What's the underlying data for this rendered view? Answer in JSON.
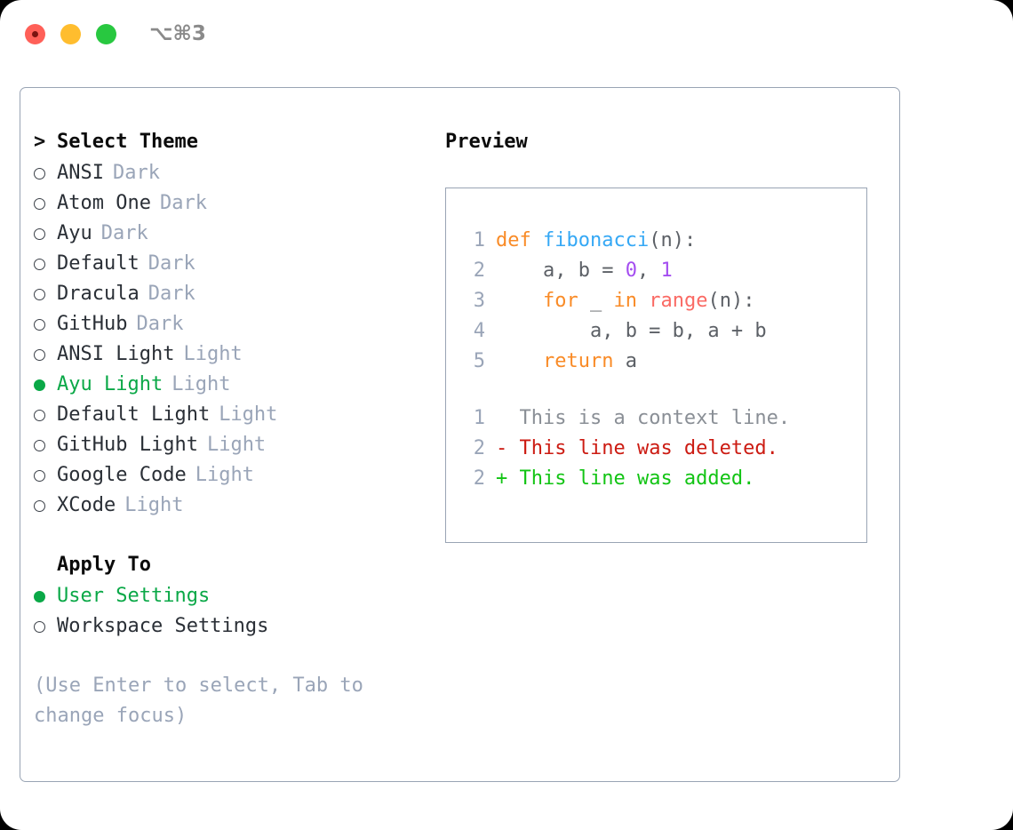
{
  "titlebar": {
    "shortcut_label": "⌥⌘3",
    "buttons": [
      {
        "name": "close",
        "color": "#ff6058"
      },
      {
        "name": "minimize",
        "color": "#ffbd2e"
      },
      {
        "name": "maximize",
        "color": "#28c840"
      }
    ]
  },
  "theme_picker": {
    "header_prompt": ">",
    "header_label": "Select Theme",
    "items": [
      {
        "marker": "○",
        "label": "ANSI",
        "badge": "Dark",
        "selected": false
      },
      {
        "marker": "○",
        "label": "Atom One",
        "badge": "Dark",
        "selected": false
      },
      {
        "marker": "○",
        "label": "Ayu",
        "badge": "Dark",
        "selected": false
      },
      {
        "marker": "○",
        "label": "Default",
        "badge": "Dark",
        "selected": false
      },
      {
        "marker": "○",
        "label": "Dracula",
        "badge": "Dark",
        "selected": false
      },
      {
        "marker": "○",
        "label": "GitHub",
        "badge": "Dark",
        "selected": false
      },
      {
        "marker": "○",
        "label": "ANSI Light",
        "badge": "Light",
        "selected": false
      },
      {
        "marker": "●",
        "label": "Ayu Light",
        "badge": "Light",
        "selected": true
      },
      {
        "marker": "○",
        "label": "Default Light",
        "badge": "Light",
        "selected": false
      },
      {
        "marker": "○",
        "label": "GitHub Light",
        "badge": "Light",
        "selected": false
      },
      {
        "marker": "○",
        "label": "Google Code",
        "badge": "Light",
        "selected": false
      },
      {
        "marker": "○",
        "label": "XCode",
        "badge": "Light",
        "selected": false
      }
    ]
  },
  "apply_to": {
    "title": "Apply To",
    "items": [
      {
        "marker": "●",
        "label": "User Settings",
        "selected": true
      },
      {
        "marker": "○",
        "label": "Workspace Settings",
        "selected": false
      }
    ]
  },
  "hint": "(Use Enter to select, Tab to change focus)",
  "preview": {
    "title": "Preview",
    "code_lines": [
      {
        "num": "1",
        "tokens": [
          {
            "t": "def ",
            "c": "kw"
          },
          {
            "t": "fibonacci",
            "c": "fn"
          },
          {
            "t": "(n):",
            "c": "plain"
          }
        ]
      },
      {
        "num": "2",
        "tokens": [
          {
            "t": "    a, b = ",
            "c": "plain"
          },
          {
            "t": "0",
            "c": "num"
          },
          {
            "t": ", ",
            "c": "plain"
          },
          {
            "t": "1",
            "c": "num"
          }
        ]
      },
      {
        "num": "3",
        "tokens": [
          {
            "t": "    ",
            "c": "plain"
          },
          {
            "t": "for",
            "c": "kw"
          },
          {
            "t": " _ ",
            "c": "plain"
          },
          {
            "t": "in",
            "c": "kw"
          },
          {
            "t": " ",
            "c": "plain"
          },
          {
            "t": "range",
            "c": "builtin"
          },
          {
            "t": "(n):",
            "c": "plain"
          }
        ]
      },
      {
        "num": "4",
        "tokens": [
          {
            "t": "        a, b = b, a + b",
            "c": "plain"
          }
        ]
      },
      {
        "num": "5",
        "tokens": [
          {
            "t": "    ",
            "c": "plain"
          },
          {
            "t": "return",
            "c": "kw"
          },
          {
            "t": " a",
            "c": "plain"
          }
        ]
      }
    ],
    "diff_lines": [
      {
        "num": "1",
        "sign": "  ",
        "text": "This is a context line.",
        "kind": "diff-ctx"
      },
      {
        "num": "2",
        "sign": "- ",
        "text": "This line was deleted.",
        "kind": "diff-del"
      },
      {
        "num": "2",
        "sign": "+ ",
        "text": "This line was added.",
        "kind": "diff-add"
      }
    ]
  },
  "colors": {
    "accent_green": "#0aa847",
    "muted": "#9aa5b8",
    "border": "#99a4b4",
    "keyword": "#f98b27",
    "function": "#35a8f5",
    "builtin": "#fa6a64",
    "number": "#a44df0",
    "diff_added": "#12c414",
    "diff_deleted": "#cc1b12"
  }
}
